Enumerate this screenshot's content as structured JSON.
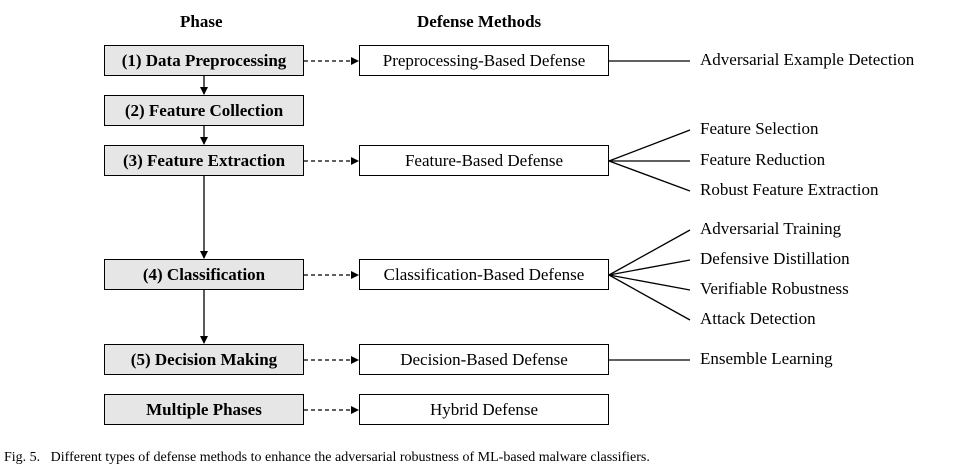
{
  "headers": {
    "phase": "Phase",
    "defense": "Defense Methods"
  },
  "phases": [
    {
      "label": "(1) Data Preprocessing"
    },
    {
      "label": "(2) Feature Collection"
    },
    {
      "label": "(3) Feature  Extraction"
    },
    {
      "label": "(4) Classification"
    },
    {
      "label": "(5) Decision Making"
    },
    {
      "label": "Multiple Phases"
    }
  ],
  "defenses": [
    {
      "label": "Preprocessing-Based Defense",
      "techniques": [
        "Adversarial Example Detection"
      ]
    },
    {
      "label": "Feature-Based Defense",
      "techniques": [
        "Feature Selection",
        "Feature Reduction",
        "Robust Feature Extraction"
      ]
    },
    {
      "label": "Classification-Based Defense",
      "techniques": [
        "Adversarial Training",
        "Defensive Distillation",
        "Verifiable Robustness",
        "Attack Detection"
      ]
    },
    {
      "label": "Decision-Based Defense",
      "techniques": [
        "Ensemble Learning"
      ]
    },
    {
      "label": "Hybrid Defense",
      "techniques": []
    }
  ],
  "caption": "Fig. 5.   Different types of defense methods to enhance the adversarial robustness of ML-based malware classifiers.",
  "colors": {
    "phase_fill": "#e6e6e6",
    "line": "#000000"
  }
}
